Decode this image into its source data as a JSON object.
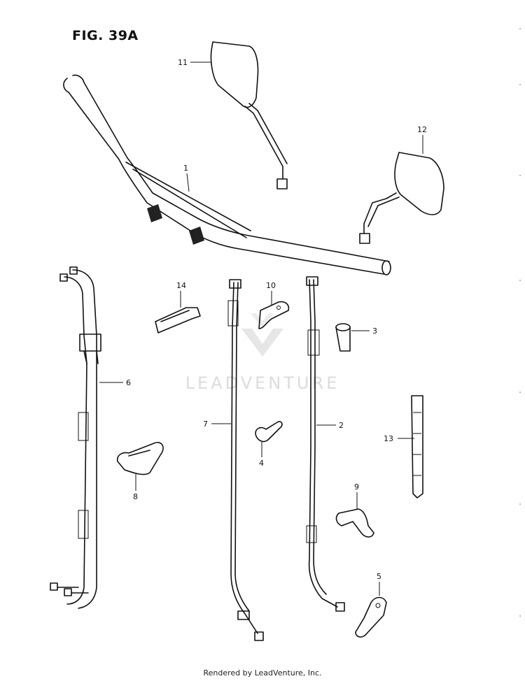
{
  "figure": {
    "title": "FIG. 39A",
    "footer": "Rendered by LeadVenture, Inc.",
    "watermark": "LEADVENTURE",
    "callouts": [
      "1",
      "2",
      "3",
      "4",
      "5",
      "6",
      "7",
      "8",
      "9",
      "10",
      "11",
      "12",
      "13",
      "14"
    ]
  }
}
